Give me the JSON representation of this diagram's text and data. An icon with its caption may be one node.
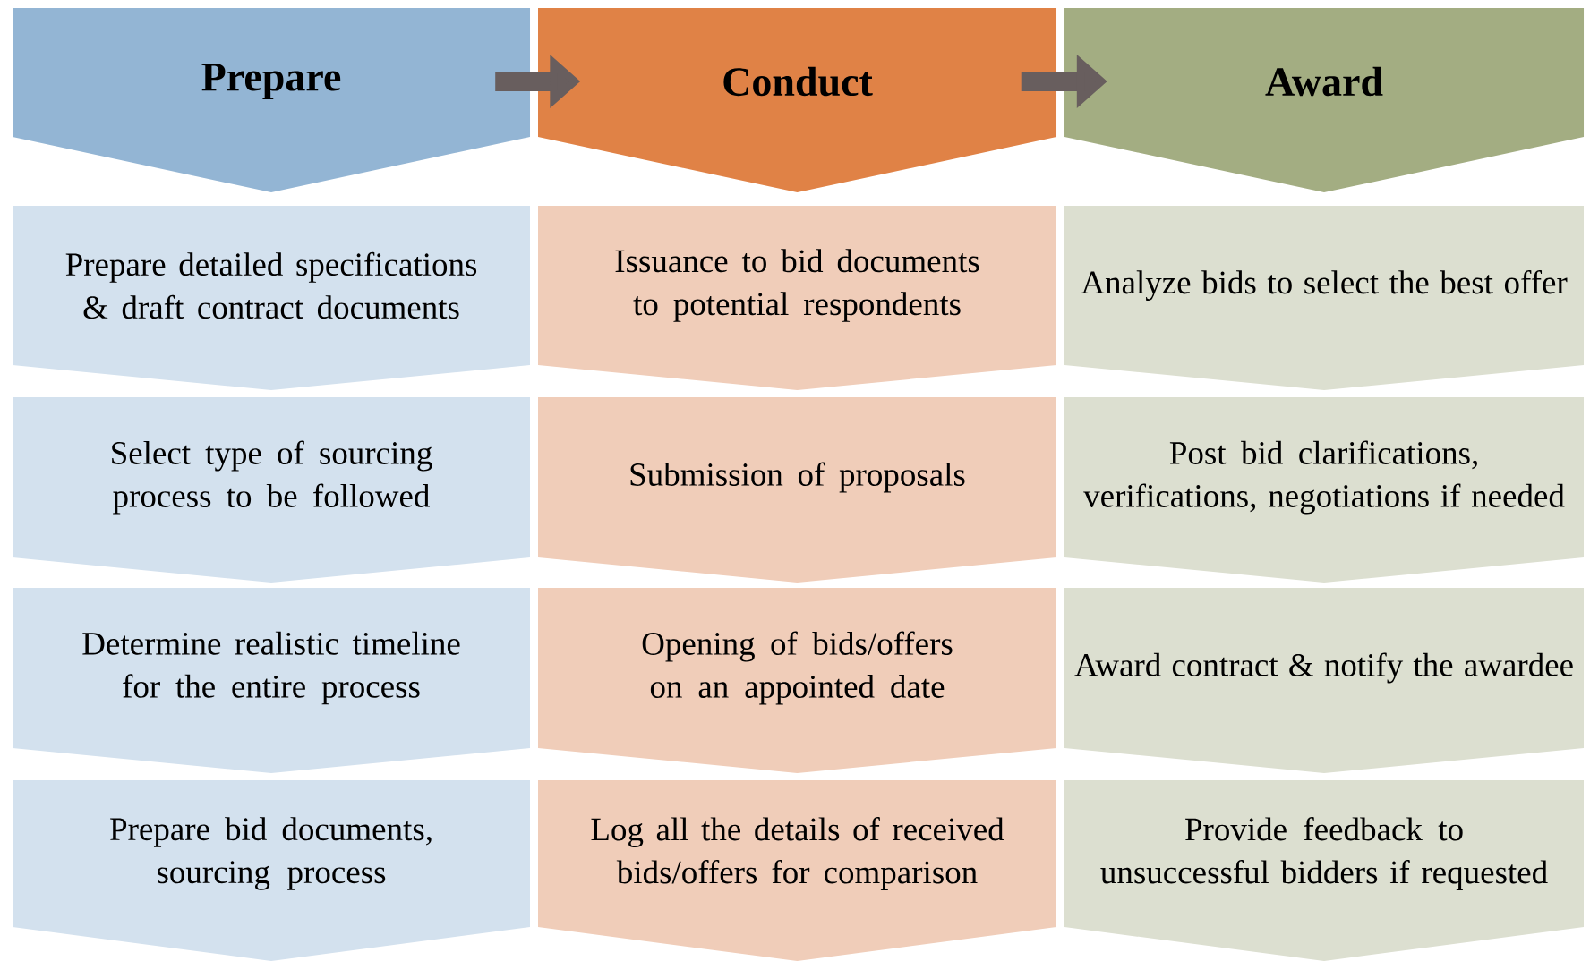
{
  "diagram": {
    "nodes": [
      {
        "text": [
          "Prepare"
        ]
      },
      {
        "text": [
          "Conduct"
        ]
      },
      {
        "text": [
          "Award"
        ]
      },
      {
        "text": [
          "Prepare detailed specifications & draft contract documents"
        ]
      },
      {
        "text": [
          "Issuance to bid documents to potential respondents"
        ]
      },
      {
        "text": [
          "Analyze bids to select the best offer"
        ]
      },
      {
        "text": [
          "Select type of sourcing process to be followed"
        ]
      },
      {
        "text": [
          "Submission of proposals"
        ]
      },
      {
        "text": [
          "Post bid clarifications, verifications, negotiations if needed"
        ]
      },
      {
        "text": [
          "Determine realistic timeline for the entire process"
        ]
      },
      {
        "text": [
          "Opening of bids/offers on an appointed date"
        ]
      },
      {
        "text": [
          "Award contract & notify the awardee"
        ]
      },
      {
        "text": [
          "Prepare bid documents, sourcing process"
        ]
      },
      {
        "text": [
          "Log all the details  of received bids/offers for comparison"
        ]
      },
      {
        "text": [
          "Provide feedback to unsuccessful bidders if requested"
        ]
      }
    ],
    "edges": [
      {
        "from": 0,
        "to": 1,
        "arrow": "to"
      },
      {
        "from": 1,
        "to": 2,
        "arrow": "to"
      }
    ]
  }
}
